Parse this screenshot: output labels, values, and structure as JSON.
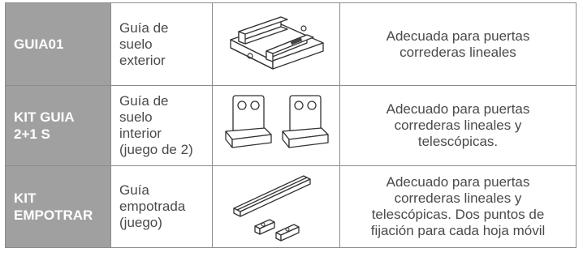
{
  "rows": [
    {
      "code": "GUIA01",
      "name": "Guía de\nsuelo\nexterior",
      "image_icon": "floor-guide-exterior-icon",
      "description": "Adecuada para puertas\ncorrederas lineales"
    },
    {
      "code": "KIT GUIA\n2+1 S",
      "name": "Guía de\nsuelo\ninterior\n(juego de 2)",
      "image_icon": "floor-guide-interior-pair-icon",
      "description": "Adecuado para puertas\ncorrederas lineales y\ntelescópicas."
    },
    {
      "code": "KIT\nEMPOTRAR",
      "name": "Guía\nempotrada\n(juego)",
      "image_icon": "recessed-guide-kit-icon",
      "description": "Adecuado para puertas\ncorrederas lineales y\ntelescópicas. Dos puntos de\nfijación para cada hoja móvil"
    }
  ]
}
